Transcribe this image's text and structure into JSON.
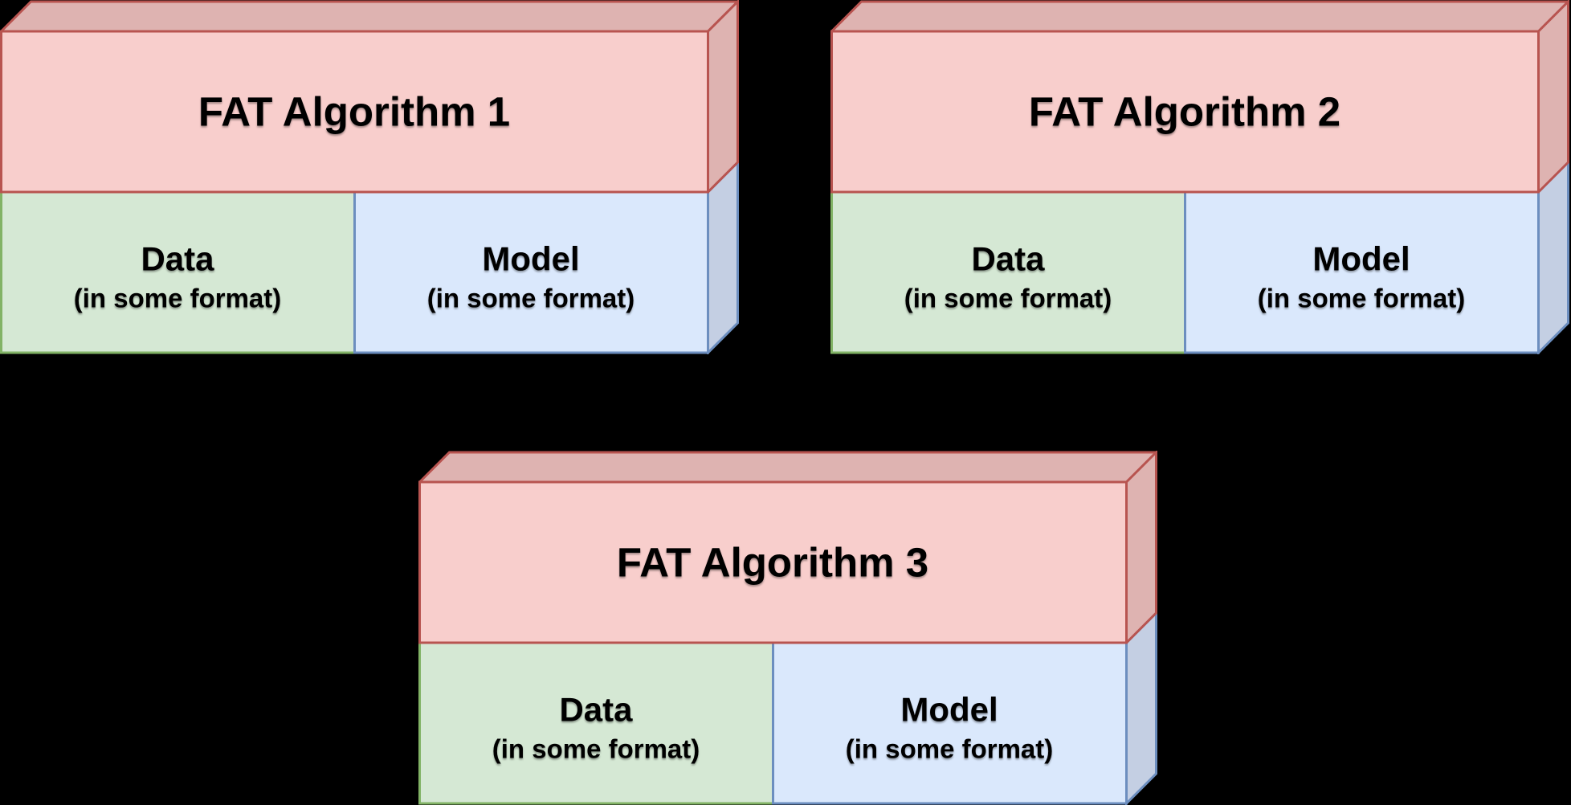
{
  "blocks": [
    {
      "title": "FAT Algorithm 1",
      "data_label": "Data",
      "data_sublabel": "(in some format)",
      "model_label": "Model",
      "model_sublabel": "(in some format)"
    },
    {
      "title": "FAT Algorithm 2",
      "data_label": "Data",
      "data_sublabel": "(in some format)",
      "model_label": "Model",
      "model_sublabel": "(in some format)"
    },
    {
      "title": "FAT Algorithm 3",
      "data_label": "Data",
      "data_sublabel": "(in some format)",
      "model_label": "Model",
      "model_sublabel": "(in some format)"
    }
  ],
  "colors": {
    "background": "#000000",
    "pink_front": "#f8cecc",
    "pink_shade": "#deb3b1",
    "red_border": "#b85450",
    "green_front": "#d5e8d4",
    "green_border": "#82b366",
    "blue_front": "#dae8fc",
    "blue_shade": "#c4cfe3",
    "blue_border": "#6c8ebf",
    "text": "#000000"
  }
}
